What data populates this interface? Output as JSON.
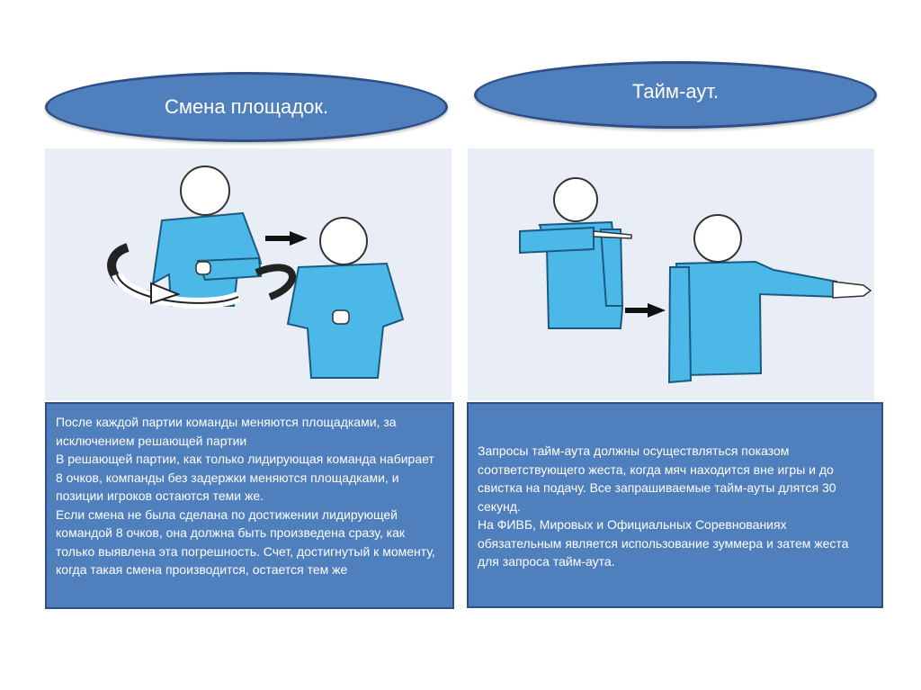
{
  "left": {
    "title": "Смена площадок.",
    "paragraphs": [
      "После каждой партии команды меняются площадками, за исключением решающей партии",
      "В решающей партии, как только лидирующая команда набирает 8 очков, компанды без задержки меняются площадками, и позиции игроков остаются теми же.",
      "Если смена не была сделана по достижении лидирующей командой 8 очков, она должна быть произведена сразу, как только выявлена эта погрешность. Счет, достигнутый к моменту, когда такая смена производится, остается тем же"
    ]
  },
  "right": {
    "title": "Тайм-аут.",
    "paragraphs": [
      "Запросы тайм-аута должны осуществляться показом соответствующего жеста, когда мяч находится вне игры и до свистка на подачу. Все запрашиваемые тайм-ауты длятся 30 секунд.",
      "На ФИВБ, Мировых и Официальных Соревнованиях обязательным является использование зуммера и затем жеста для запроса тайм-аута."
    ]
  },
  "colors": {
    "panel_fill": "#4f7fbd",
    "panel_border": "#2e4e86",
    "shirt": "#4cb8e8",
    "illustration_bg": "#e9eef6"
  }
}
